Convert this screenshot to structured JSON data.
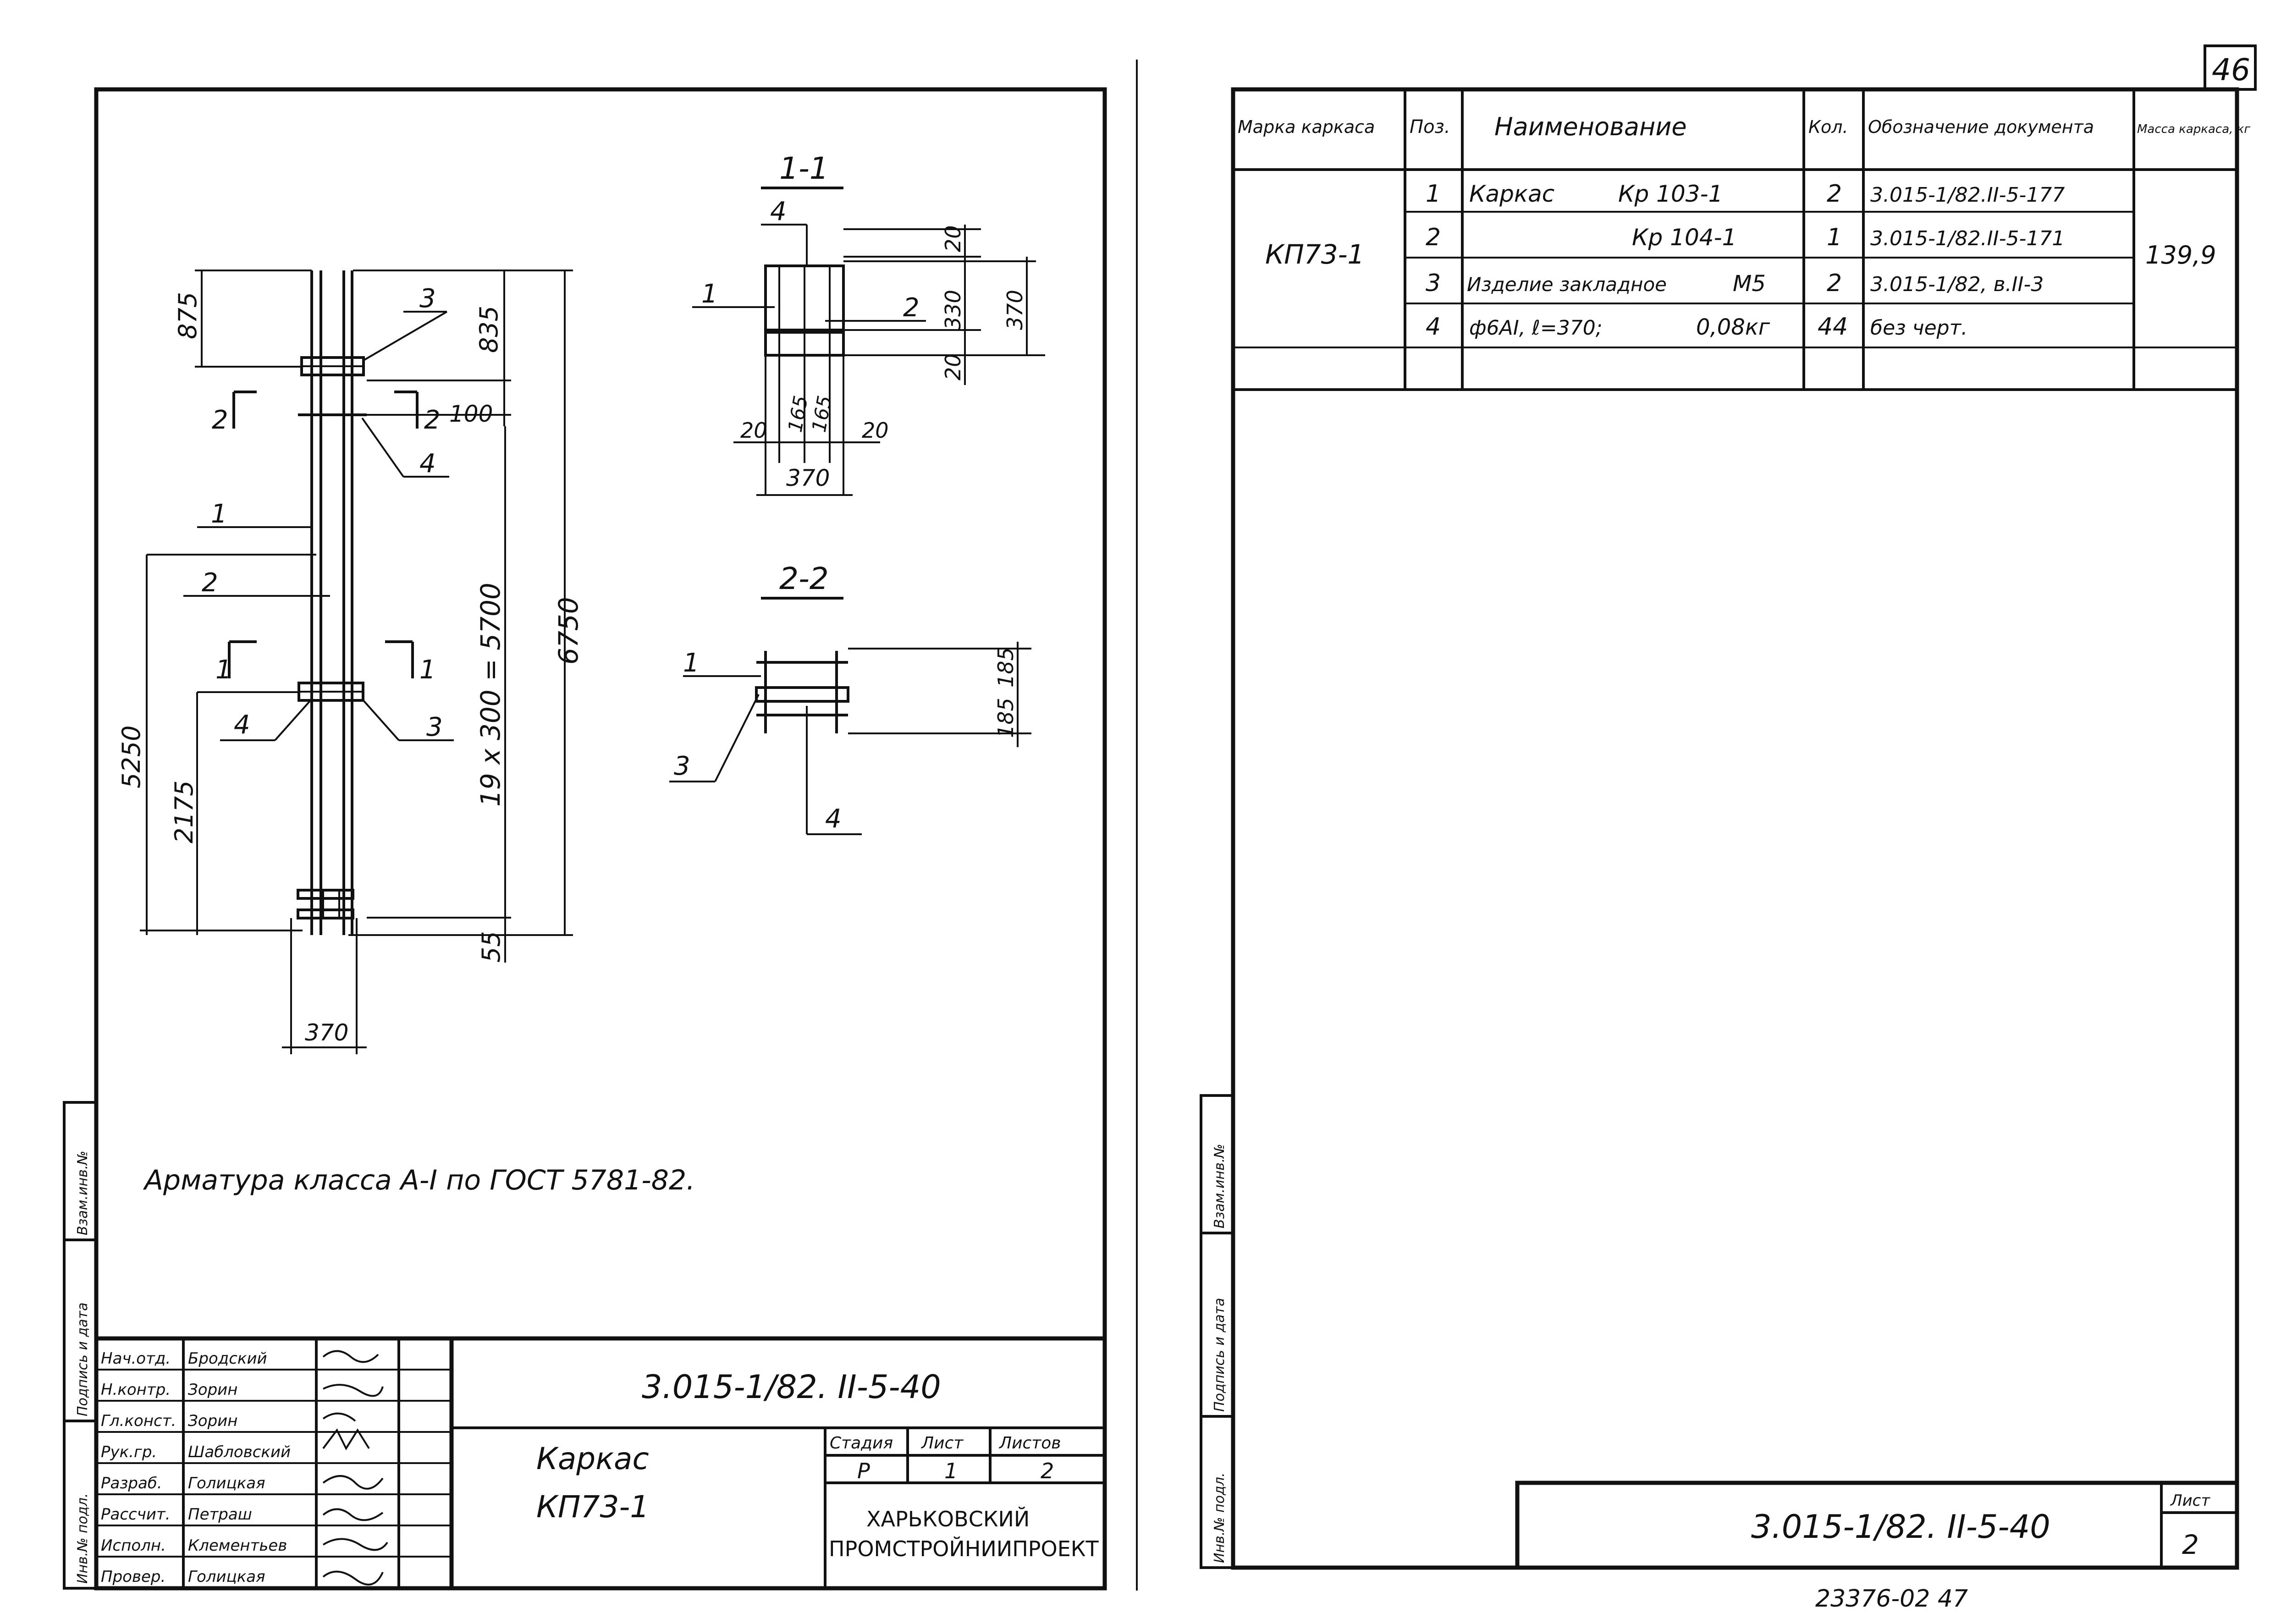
{
  "sheet_number": "46",
  "bottom_stamp": "23376-02  47",
  "drawing": {
    "sections": {
      "s1": "1-1",
      "s2": "2-2"
    },
    "dims": {
      "d875": "875",
      "d835": "835",
      "d100": "100",
      "d6750": "6750",
      "d5250": "5250",
      "d2175": "2175",
      "d19x300": "19 x 300 = 5700",
      "d55": "55",
      "d370_base": "370",
      "s1_20a": "20",
      "s1_330": "330",
      "s1_370v": "370",
      "s1_20b": "20",
      "s1_20l": "20",
      "s1_165a": "165",
      "s1_165b": "165",
      "s1_20r": "20",
      "s1_370h": "370",
      "s2_185a": "185",
      "s2_185b": "185"
    },
    "marks": {
      "m1": "1",
      "m2": "2",
      "m3": "3",
      "m4": "4"
    },
    "cut_marks": {
      "c1": "1",
      "c2": "2"
    },
    "note": "Арматура класса А-I по ГОСТ 5781-82."
  },
  "left_side_strip": [
    "Инв.№ подл.",
    "Подпись и дата",
    "Взам.инв.№"
  ],
  "right_side_strip": [
    "Инв.№ подл.",
    "Подпись и дата",
    "Взам.инв.№"
  ],
  "title_block": {
    "code": "3.015-1/82. II-5-40",
    "name_line1": "Каркас",
    "name_line2": "КП73-1",
    "headers": {
      "stage": "Стадия",
      "sheet": "Лист",
      "sheets": "Листов"
    },
    "stage": "Р",
    "sheet": "1",
    "sheets": "2",
    "org_line1": "ХАРЬКОВСКИЙ",
    "org_line2": "ПРОМСТРОЙНИИПРОЕКТ",
    "people": [
      {
        "role": "Нач.отд.",
        "name": "Бродский"
      },
      {
        "role": "Н.контр.",
        "name": "Зорин"
      },
      {
        "role": "Гл.конст.",
        "name": "Зорин"
      },
      {
        "role": "Рук.гр.",
        "name": "Шабловский"
      },
      {
        "role": "Разраб.",
        "name": "Голицкая"
      },
      {
        "role": "Рассчит.",
        "name": "Петраш"
      },
      {
        "role": "Исполн.",
        "name": "Клементьев"
      },
      {
        "role": "Провер.",
        "name": "Голицкая"
      }
    ]
  },
  "spec_table": {
    "headers": {
      "mark": "Марка каркаса",
      "pos": "Поз.",
      "name": "Наименование",
      "qty": "Кол.",
      "doc": "Обозначение документа",
      "mass": "Масса каркаса, кг"
    },
    "mark_value": "КП73-1",
    "mass_value": "139,9",
    "rows": [
      {
        "pos": "1",
        "name": "Каркас",
        "item": "Кр 103-1",
        "qty": "2",
        "doc": "3.015-1/82.II-5-177"
      },
      {
        "pos": "2",
        "name": "",
        "item": "Кр 104-1",
        "qty": "1",
        "doc": "3.015-1/82.II-5-171"
      },
      {
        "pos": "3",
        "name": "Изделие закладное",
        "item": "М5",
        "qty": "2",
        "doc": "3.015-1/82, в.II-3"
      },
      {
        "pos": "4",
        "name": "ф6АI, ℓ=370;",
        "item": "0,08кг",
        "qty": "44",
        "doc": "без черт."
      }
    ]
  },
  "right_title": {
    "code": "3.015-1/82. II-5-40",
    "sheet_label": "Лист",
    "sheet_value": "2"
  }
}
